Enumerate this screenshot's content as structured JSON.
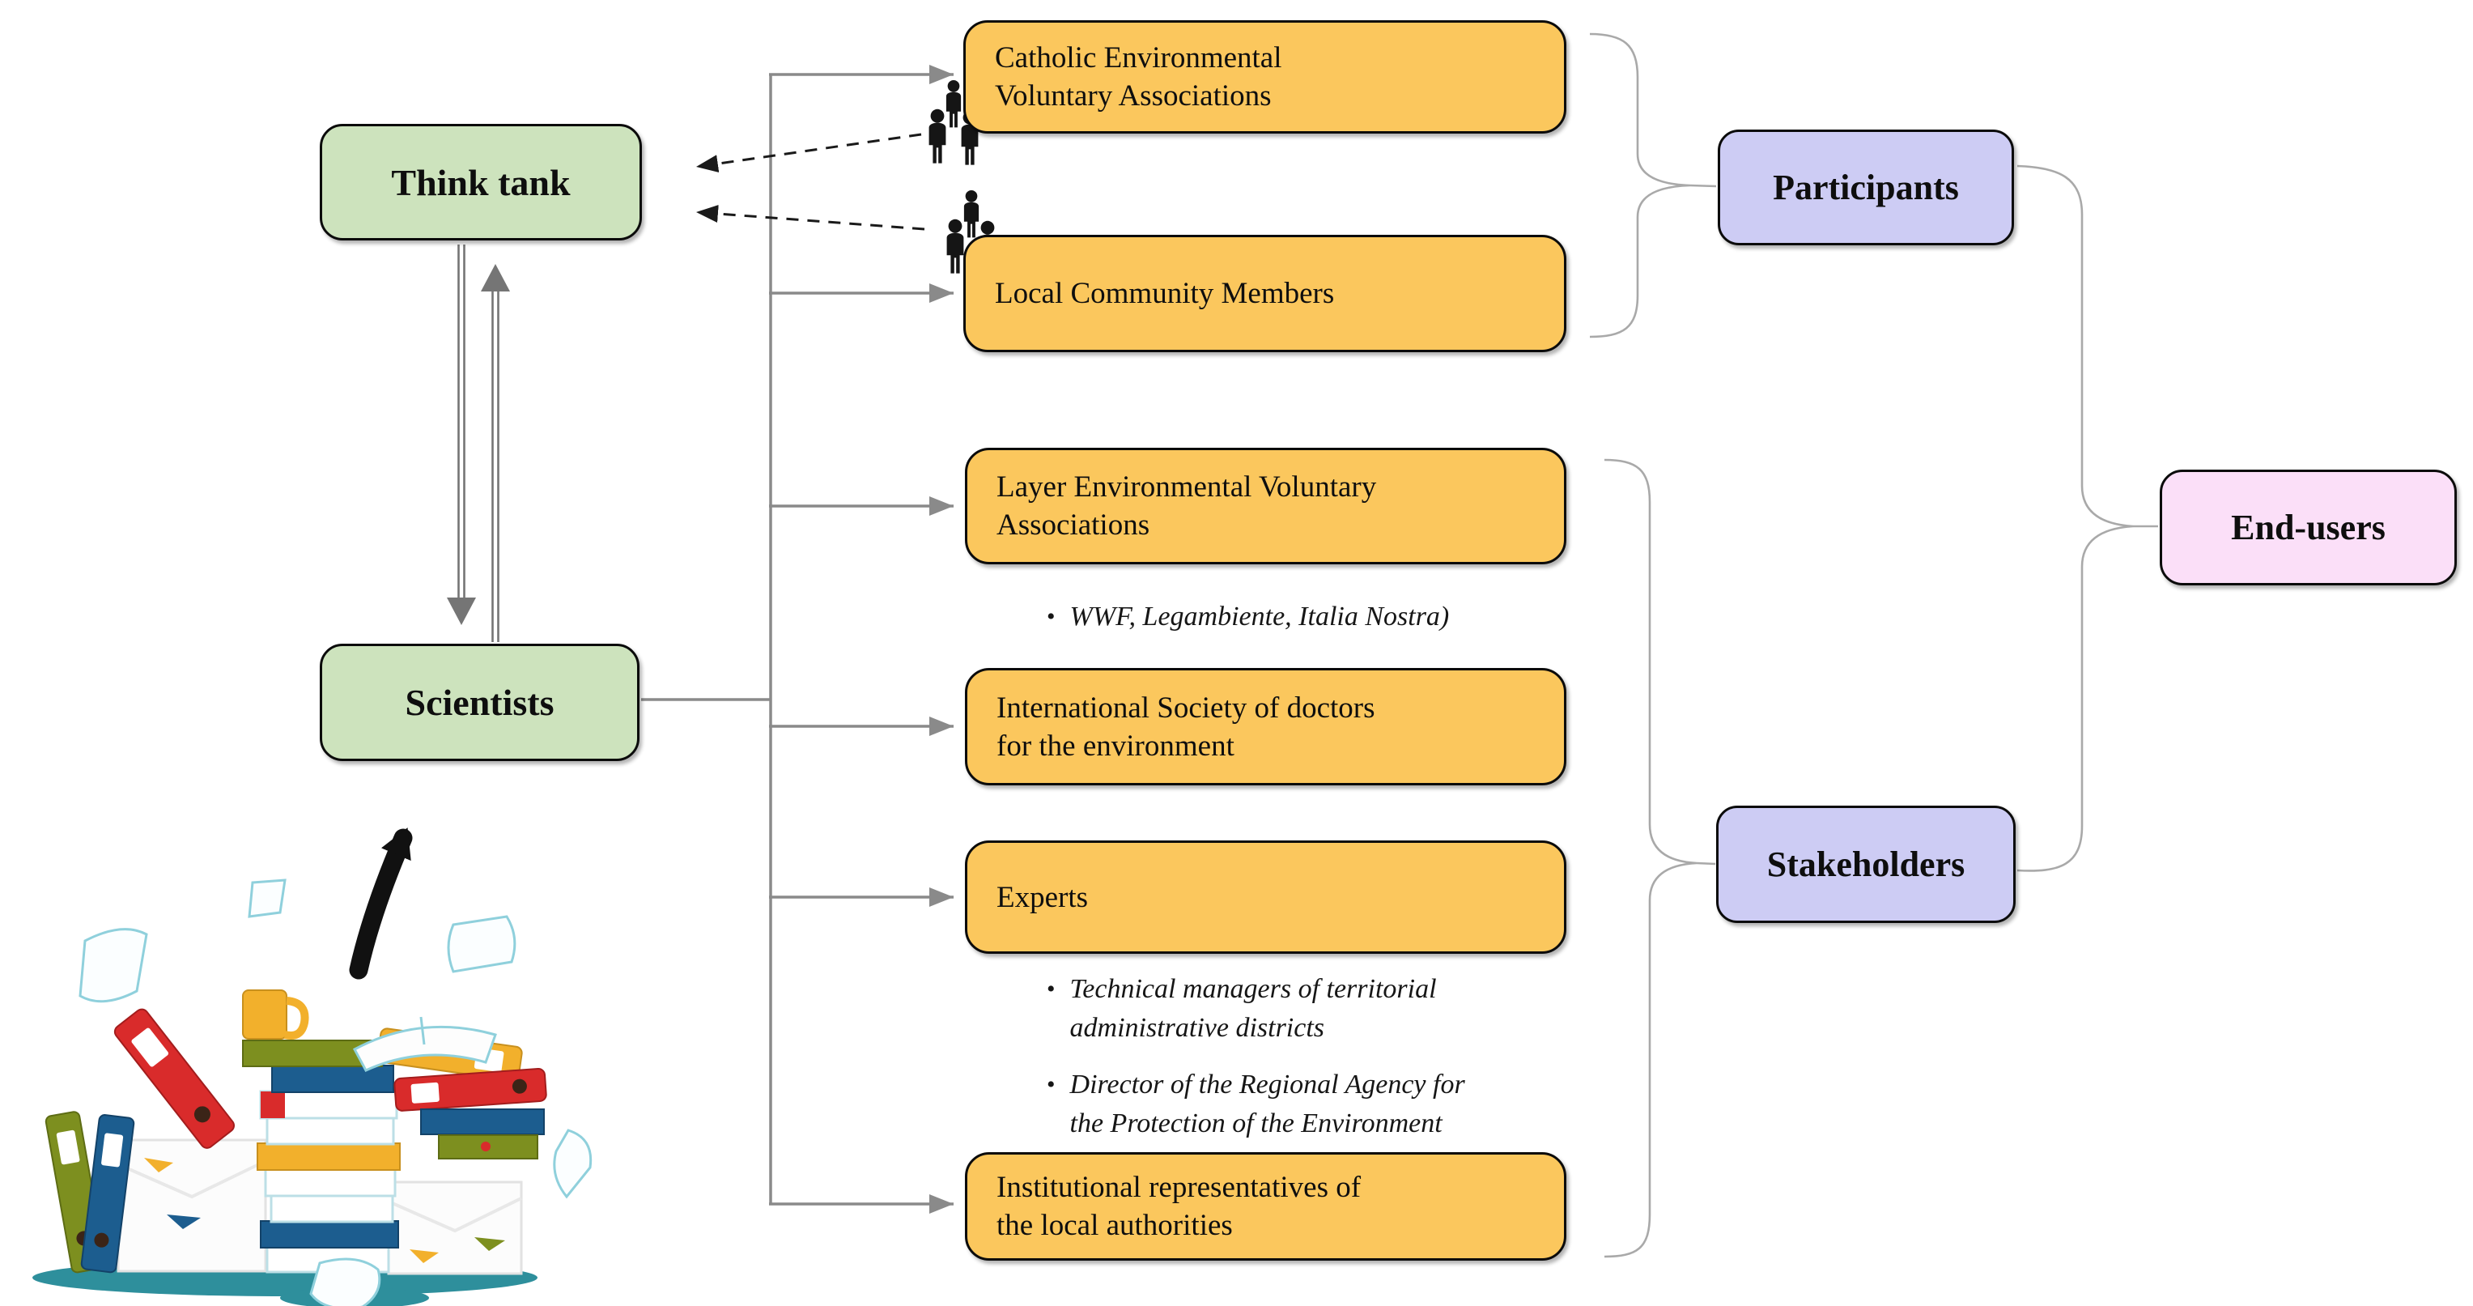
{
  "figure": {
    "left_column": {
      "think_tank": "Think tank",
      "scientists": "Scientists"
    },
    "middle_column": [
      {
        "id": "catholic",
        "lines": [
          "Catholic Environmental",
          "Voluntary Associations"
        ]
      },
      {
        "id": "local",
        "lines": [
          "Local Community Members"
        ]
      },
      {
        "id": "layer",
        "lines": [
          "Layer Environmental Voluntary",
          "Associations"
        ]
      },
      {
        "id": "international",
        "lines": [
          "International Society of doctors",
          "for the environment"
        ]
      },
      {
        "id": "experts",
        "lines": [
          "Experts"
        ]
      },
      {
        "id": "institutional",
        "lines": [
          "Institutional representatives of",
          "the local authorities"
        ]
      }
    ],
    "notes": {
      "bullet": "•",
      "layer_note": {
        "lines": [
          "WWF, Legambiente, Italia Nostra)"
        ]
      },
      "experts_note_1": {
        "lines": [
          "Technical managers of territorial",
          "administrative districts"
        ]
      },
      "experts_note_2": {
        "lines": [
          "Director of the Regional Agency for",
          "the Protection of the Environment"
        ]
      }
    },
    "right_column": {
      "participants": "Participants",
      "stakeholders": "Stakeholders",
      "end_users": "End-users"
    },
    "icons": {
      "crowd_large": "crowd-icon",
      "crowd_small": "small-group-icon",
      "books": "books-pile-illustration"
    },
    "colors": {
      "green": "#cde3bd",
      "orange": "#fbc75d",
      "purple": "#cdccf4",
      "pink": "#fbdff8",
      "line_gray": "#8a8a8a",
      "brace_gray": "#a9a9a9",
      "arrow_black": "#1a1a1a"
    }
  }
}
